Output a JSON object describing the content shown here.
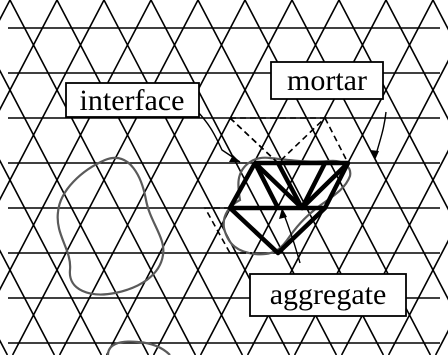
{
  "labels": {
    "interface": "interface",
    "mortar": "mortar",
    "aggregate": "aggregate"
  },
  "colors": {
    "lattice": "#000000",
    "boundary": "#5a5a5a",
    "label_box_border": "#000000",
    "background": "#ffffff"
  },
  "figure": {
    "regions": [
      "mortar",
      "aggregate",
      "interface"
    ],
    "mesh": "triangular lattice",
    "highlighted_element_style": "bold triangles",
    "dashed_element_style": "dashed triangle outline"
  }
}
